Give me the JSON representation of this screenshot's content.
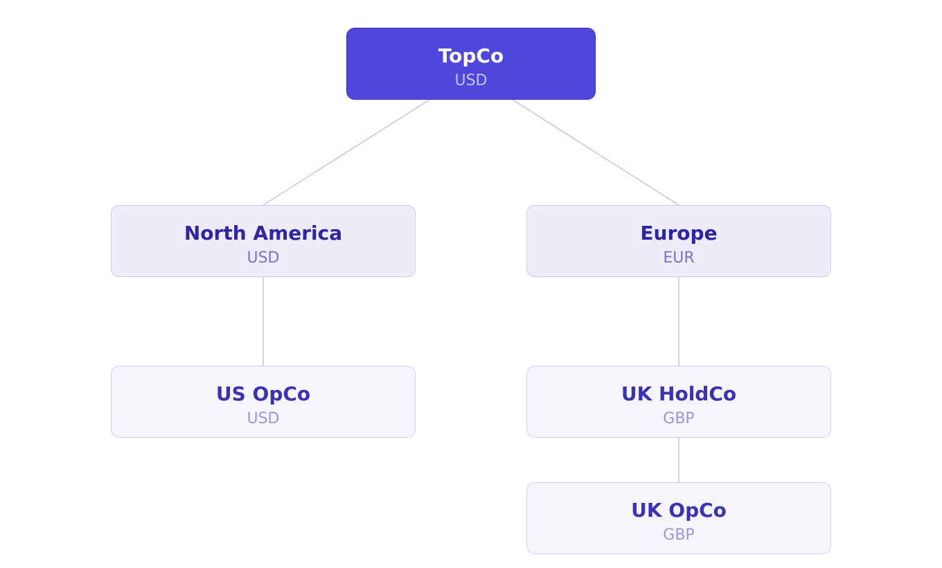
{
  "nodes": {
    "topco": {
      "name": "TopCo",
      "currency": "USD"
    },
    "north_america": {
      "name": "North America",
      "currency": "USD"
    },
    "europe": {
      "name": "Europe",
      "currency": "EUR"
    },
    "us_opco": {
      "name": "US OpCo",
      "currency": "USD"
    },
    "uk_holdco": {
      "name": "UK HoldCo",
      "currency": "GBP"
    },
    "uk_opco": {
      "name": "UK OpCo",
      "currency": "GBP"
    }
  },
  "edges": [
    {
      "from": "TopCo",
      "to": "North America"
    },
    {
      "from": "TopCo",
      "to": "Europe"
    },
    {
      "from": "North America",
      "to": "US OpCo"
    },
    {
      "from": "Europe",
      "to": "UK HoldCo"
    },
    {
      "from": "UK HoldCo",
      "to": "UK OpCo"
    }
  ],
  "colors": {
    "root_fill": "#4f46dc",
    "region_fill": "#eeecf9",
    "entity_fill": "#f6f5fc",
    "connector": "#c9c2ea",
    "title_text": "#2f24a3"
  }
}
